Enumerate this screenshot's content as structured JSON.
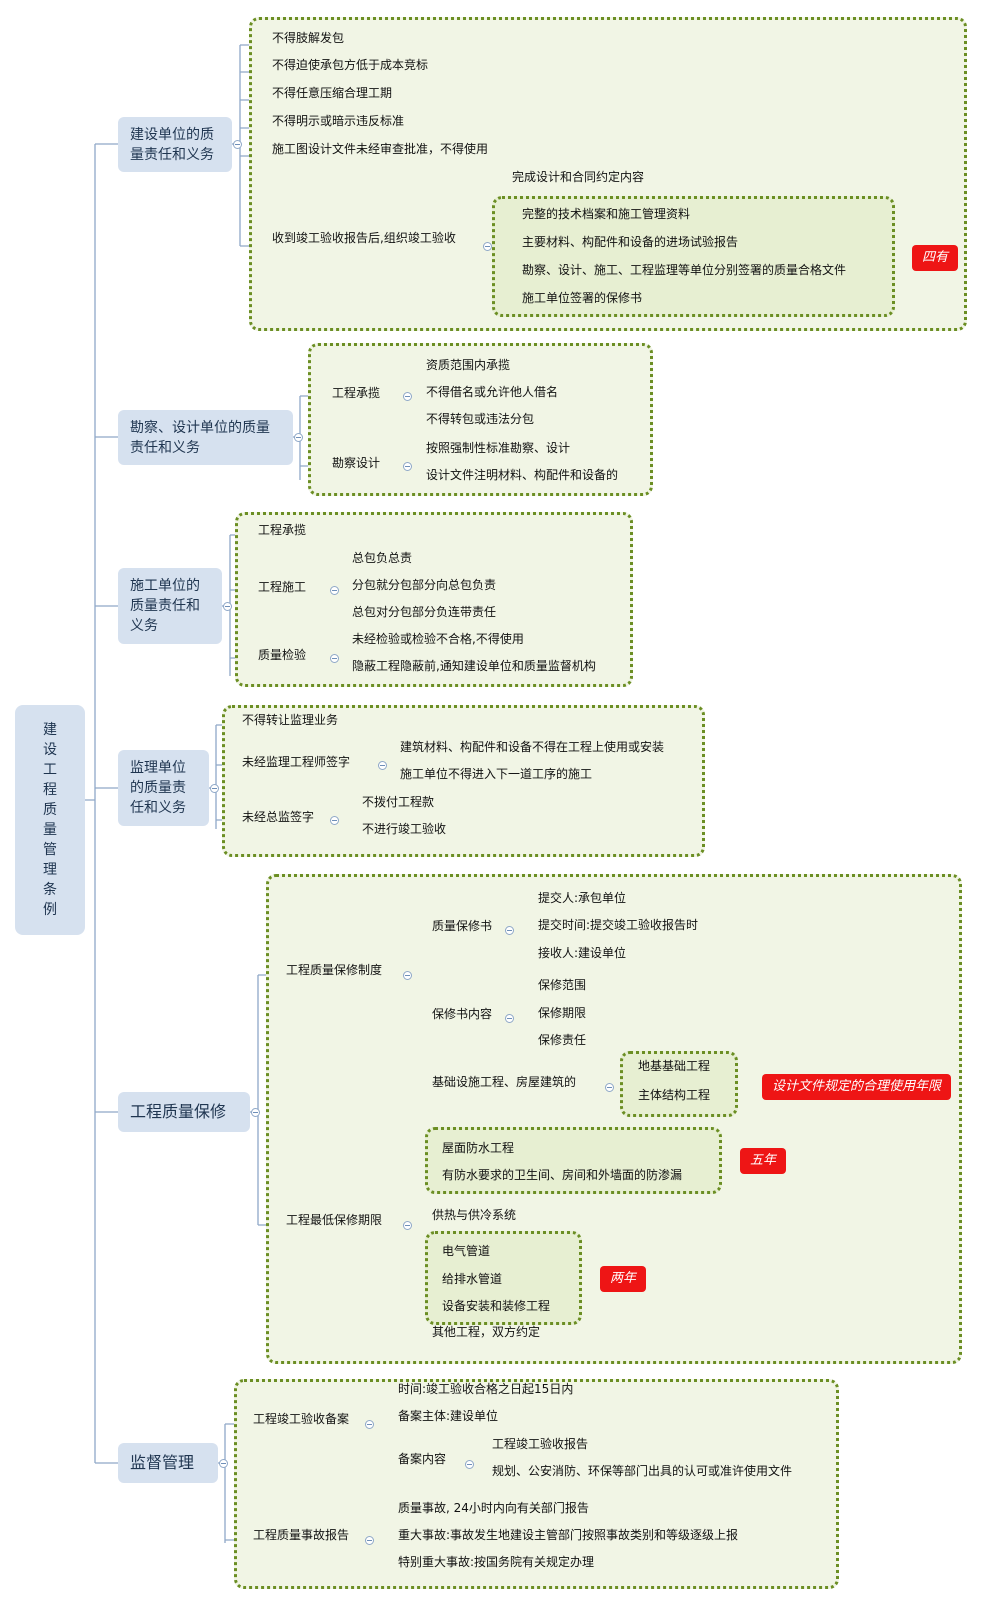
{
  "root": {
    "chars": [
      "建",
      "设",
      "工",
      "程",
      "质",
      "量",
      "管",
      "理",
      "条",
      "例"
    ]
  },
  "b1": {
    "jianshe": "建设单位的质量责任和义务",
    "kancha": "勘察、设计单位的质量责任和义务",
    "shigong": "施工单位的质量责任和义务",
    "jianli": "监理单位的质量责任和义务",
    "baoxiu": "工程质量保修",
    "jiandu": "监督管理"
  },
  "jianshe": {
    "items": [
      "不得肢解发包",
      "不得迫使承包方低于成本竞标",
      "不得任意压缩合理工期",
      "不得明示或暗示违反标准",
      "施工图设计文件未经审查批准，不得使用"
    ],
    "yanshou": "收到竣工验收报告后,组织竣工验收",
    "yanshou_children": [
      "完成设计和合同约定内容",
      "完整的技术档案和施工管理资料",
      "主要材料、构配件和设备的进场试验报告",
      "勘察、设计、施工、工程监理等单位分别签署的质量合格文件",
      "施工单位签署的保修书"
    ],
    "tag": "四有"
  },
  "kancha": {
    "chenglan": "工程承揽",
    "chenglan_children": [
      "资质范围内承揽",
      "不得借名或允许他人借名",
      "不得转包或违法分包"
    ],
    "sheji": "勘察设计",
    "sheji_children": [
      "按照强制性标准勘察、设计",
      "设计文件注明材料、构配件和设备的"
    ]
  },
  "shigong": {
    "chenglan": "工程承揽",
    "shigong": "工程施工",
    "shigong_children": [
      "总包负总责",
      "分包就分包部分向总包负责",
      "总包对分包部分负连带责任"
    ],
    "jianyan": "质量检验",
    "jianyan_children": [
      "未经检验或检验不合格,不得使用",
      "隐蔽工程隐蔽前,通知建设单位和质量监督机构"
    ]
  },
  "jianli": {
    "zhuanrang": "不得转让监理业务",
    "gcs": "未经监理工程师签字",
    "gcs_children": [
      "建筑材料、构配件和设备不得在工程上使用或安装",
      "施工单位不得进入下一道工序的施工"
    ],
    "zong": "未经总监签字",
    "zong_children": [
      "不拨付工程款",
      "不进行竣工验收"
    ]
  },
  "baoxiu": {
    "zhidu": "工程质量保修制度",
    "shu": "质量保修书",
    "shu_children": [
      "提交人:承包单位",
      "提交时间:提交竣工验收报告时",
      "接收人:建设单位"
    ],
    "neirong": "保修书内容",
    "neirong_children": [
      "保修范围",
      "保修期限",
      "保修责任"
    ],
    "qixian": "工程最低保修期限",
    "jichu": "基础设施工程、房屋建筑的",
    "jichu_children": [
      "地基基础工程",
      "主体结构工程"
    ],
    "tag_design": "设计文件规定的合理使用年限",
    "five_items": [
      "屋面防水工程",
      "有防水要求的卫生间、房间和外墙面的防渗漏"
    ],
    "tag_five": "五年",
    "heating": "供热与供冷系统",
    "two_items": [
      "电气管道",
      "给排水管道",
      "设备安装和装修工程"
    ],
    "tag_two": "两年",
    "other": "其他工程，双方约定"
  },
  "jiandu": {
    "beian": "工程竣工验收备案",
    "beian_time": "时间:竣工验收合格之日起15日内",
    "beian_subject": "备案主体:建设单位",
    "beian_content": "备案内容",
    "beian_content_children": [
      "工程竣工验收报告",
      "规划、公安消防、环保等部门出具的认可或准许使用文件"
    ],
    "shigu": "工程质量事故报告",
    "shigu_children": [
      "质量事故, 24小时内向有关部门报告",
      "重大事故:事故发生地建设主管部门按照事故类别和等级逐级上报",
      "特别重大事故:按国务院有关规定办理"
    ]
  }
}
